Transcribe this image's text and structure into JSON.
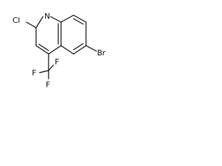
{
  "molecule": {
    "atoms": {
      "cl": "Cl",
      "n": "N",
      "br": "Br",
      "f_top": "F",
      "f_left": "F",
      "f_bottom": "F"
    }
  },
  "colors": {
    "bond": "#000000",
    "text": "#000000",
    "background": "#ffffff"
  }
}
